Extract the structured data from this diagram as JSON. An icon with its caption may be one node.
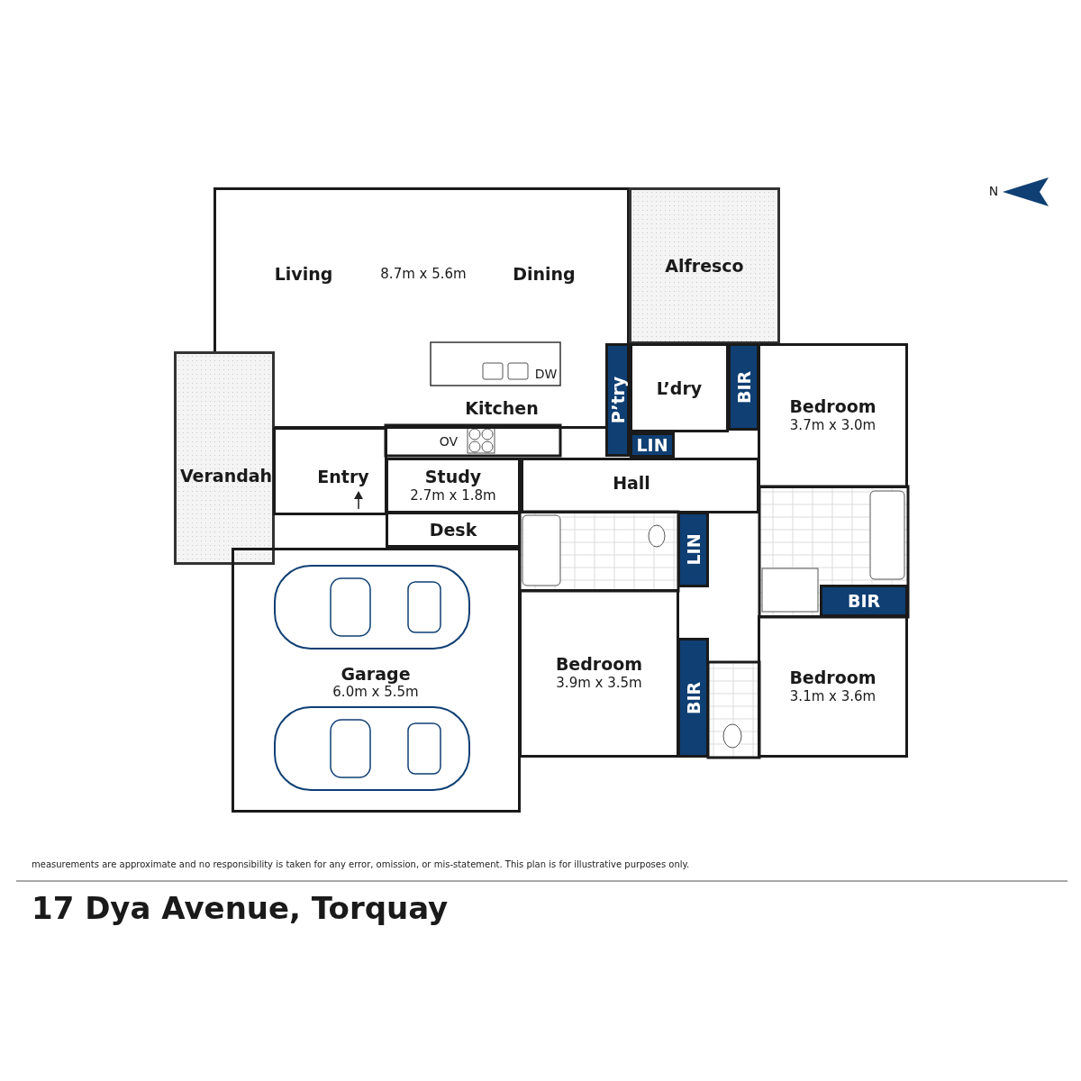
{
  "diagram": {
    "title": "17 Dya Avenue, Torquay",
    "caption": "measurements are approximate and no responsibility is taken for any error, omission, or mis-statement. This plan is for illustrative purposes only.",
    "nodes": [
      {
        "text": [
          "Living",
          "8.7m x 5.6m",
          "Dining",
          "Kitchen"
        ]
      },
      {
        "text": [
          "Alfresco"
        ]
      },
      {
        "text": [
          "P’try"
        ]
      },
      {
        "text": [
          "L’dry"
        ]
      },
      {
        "text": [
          "BIR"
        ]
      },
      {
        "text": [
          "Bedroom",
          "3.7m x 3.0m"
        ]
      },
      {
        "text": [
          "LIN"
        ]
      },
      {
        "text": [
          "Verandah"
        ]
      },
      {
        "text": [
          "Entry"
        ]
      },
      {
        "text": [
          "Study",
          "2.7m x 1.8m"
        ]
      },
      {
        "text": [
          "Desk"
        ]
      },
      {
        "text": [
          "Hall"
        ]
      },
      {
        "text": [
          "LIN"
        ]
      },
      {
        "text": [
          "BIR"
        ]
      },
      {
        "text": [
          "Garage",
          "6.0m x 5.5m"
        ]
      },
      {
        "text": [
          "Bedroom",
          "3.9m x 3.5m"
        ]
      },
      {
        "text": [
          "BIR"
        ]
      },
      {
        "text": [
          "Bedroom",
          "3.1m x 3.6m"
        ]
      }
    ],
    "labels": [
      "N",
      "DW",
      "OV"
    ]
  }
}
